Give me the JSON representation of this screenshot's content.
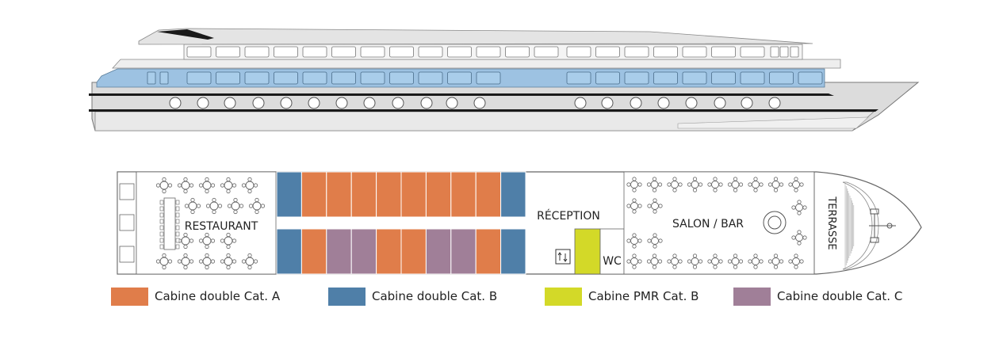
{
  "colors": {
    "cat_a": "#E07D4A",
    "cat_b": "#4F7FA8",
    "pmr_b": "#D3D928",
    "cat_c": "#A07F98",
    "window_blue": "#A9CDEA",
    "hull": "#DDDDDD",
    "outline": "#666666"
  },
  "deck_plan": {
    "restaurant_label": "RESTAURANT",
    "reception_label": "RÉCEPTION",
    "salon_label": "SALON / BAR",
    "terrasse_label": "TERRASSE",
    "wc_label": "WC",
    "lift_icon": "elevator-icon",
    "top_row_cabins": [
      "cat_b",
      "cat_a",
      "cat_a",
      "cat_a",
      "cat_a",
      "cat_a",
      "cat_a",
      "cat_a",
      "cat_a",
      "cat_b"
    ],
    "bottom_row_cabins": [
      "cat_b",
      "cat_a",
      "cat_c",
      "cat_c",
      "cat_a",
      "cat_a",
      "cat_c",
      "cat_c",
      "cat_a",
      "cat_b"
    ]
  },
  "legend": [
    {
      "key": "cat_a",
      "label": "Cabine double Cat. A"
    },
    {
      "key": "cat_b",
      "label": "Cabine double Cat. B"
    },
    {
      "key": "pmr_b",
      "label": "Cabine PMR Cat. B"
    },
    {
      "key": "cat_c",
      "label": "Cabine double Cat. C"
    }
  ]
}
